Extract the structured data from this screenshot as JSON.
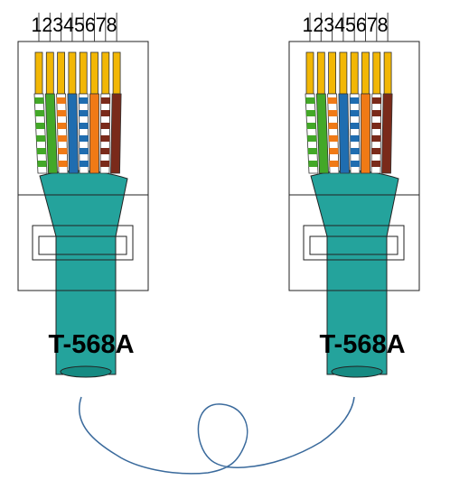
{
  "connectors": [
    {
      "pin_numbers": "12345678",
      "standard_label": "T-568A",
      "wires": [
        {
          "pin": 1,
          "pattern": "striped",
          "color": "#43a828"
        },
        {
          "pin": 2,
          "pattern": "solid",
          "color": "#43a828"
        },
        {
          "pin": 3,
          "pattern": "striped",
          "color": "#f07a16"
        },
        {
          "pin": 4,
          "pattern": "solid",
          "color": "#1f6db0"
        },
        {
          "pin": 5,
          "pattern": "striped",
          "color": "#1f6db0"
        },
        {
          "pin": 6,
          "pattern": "solid",
          "color": "#f07a16"
        },
        {
          "pin": 7,
          "pattern": "striped",
          "color": "#7a2a1a"
        },
        {
          "pin": 8,
          "pattern": "solid",
          "color": "#7a2a1a"
        }
      ]
    },
    {
      "pin_numbers": "12345678",
      "standard_label": "T-568A",
      "wires": [
        {
          "pin": 1,
          "pattern": "striped",
          "color": "#43a828"
        },
        {
          "pin": 2,
          "pattern": "solid",
          "color": "#43a828"
        },
        {
          "pin": 3,
          "pattern": "striped",
          "color": "#f07a16"
        },
        {
          "pin": 4,
          "pattern": "solid",
          "color": "#1f6db0"
        },
        {
          "pin": 5,
          "pattern": "striped",
          "color": "#1f6db0"
        },
        {
          "pin": 6,
          "pattern": "solid",
          "color": "#f07a16"
        },
        {
          "pin": 7,
          "pattern": "striped",
          "color": "#7a2a1a"
        },
        {
          "pin": 8,
          "pattern": "solid",
          "color": "#7a2a1a"
        }
      ]
    }
  ],
  "colors": {
    "jacket": "#24a39c",
    "jacket_dark": "#168a82",
    "pin_gold": "#f2b705",
    "cable_link": "#3a6a9c",
    "outline": "#222222"
  }
}
